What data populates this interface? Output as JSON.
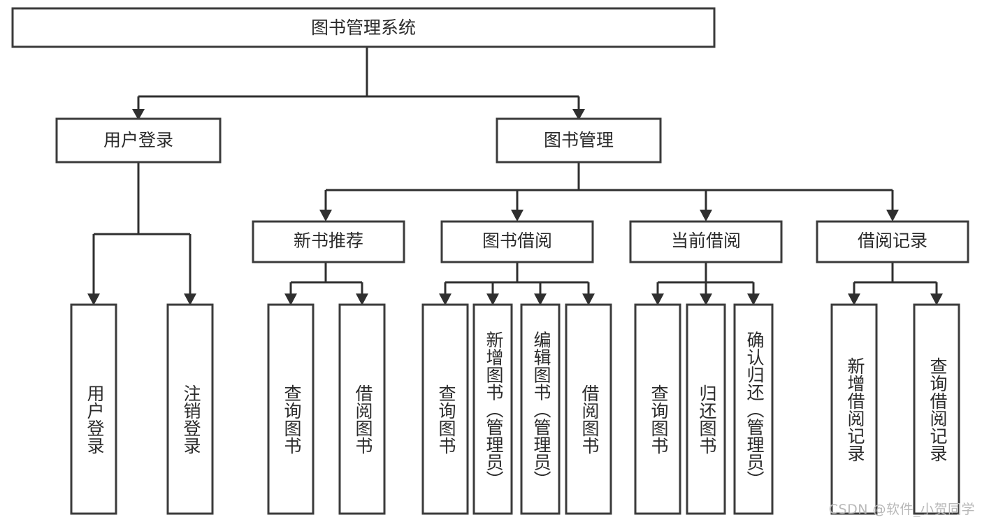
{
  "diagram": {
    "title": "图书管理系统",
    "watermark": "CSDN @软件_小贺同学",
    "colors": {
      "box_stroke": "#3b3b3b",
      "edge": "#2f2f2f",
      "text": "#2b2b2b",
      "background": "#ffffff",
      "watermark": "#b8b8b8"
    },
    "root": {
      "label": "图书管理系统"
    },
    "level2": [
      {
        "label": "用户登录"
      },
      {
        "label": "图书管理"
      }
    ],
    "level3": [
      {
        "label": "新书推荐"
      },
      {
        "label": "图书借阅"
      },
      {
        "label": "当前借阅"
      },
      {
        "label": "借阅记录"
      }
    ],
    "leaves": {
      "user_login": [
        {
          "label": "用户登录"
        },
        {
          "label": "注销登录"
        }
      ],
      "new_book_recommend": [
        {
          "label": "查询图书"
        },
        {
          "label": "借阅图书"
        }
      ],
      "book_borrow": [
        {
          "label": "查询图书"
        },
        {
          "label": "新增图书（管理员）"
        },
        {
          "label": "编辑图书（管理员）"
        },
        {
          "label": "借阅图书"
        }
      ],
      "current_borrow": [
        {
          "label": "查询图书"
        },
        {
          "label": "归还图书"
        },
        {
          "label": "确认归还（管理员）"
        }
      ],
      "borrow_record": [
        {
          "label": "新增借阅记录"
        },
        {
          "label": "查询借阅记录"
        }
      ]
    }
  },
  "chart_data": {
    "type": "tree-diagram",
    "title": "图书管理系统",
    "orientation": "top-down",
    "levels": 4,
    "nodes": [
      {
        "id": "root",
        "label": "图书管理系统",
        "level": 0,
        "parent": null
      },
      {
        "id": "n1",
        "label": "用户登录",
        "level": 1,
        "parent": "root"
      },
      {
        "id": "n2",
        "label": "图书管理",
        "level": 1,
        "parent": "root"
      },
      {
        "id": "n1a",
        "label": "用户登录",
        "level": 2,
        "parent": "n1"
      },
      {
        "id": "n1b",
        "label": "注销登录",
        "level": 2,
        "parent": "n1"
      },
      {
        "id": "n2a",
        "label": "新书推荐",
        "level": 2,
        "parent": "n2"
      },
      {
        "id": "n2b",
        "label": "图书借阅",
        "level": 2,
        "parent": "n2"
      },
      {
        "id": "n2c",
        "label": "当前借阅",
        "level": 2,
        "parent": "n2"
      },
      {
        "id": "n2d",
        "label": "借阅记录",
        "level": 2,
        "parent": "n2"
      },
      {
        "id": "n2a1",
        "label": "查询图书",
        "level": 3,
        "parent": "n2a"
      },
      {
        "id": "n2a2",
        "label": "借阅图书",
        "level": 3,
        "parent": "n2a"
      },
      {
        "id": "n2b1",
        "label": "查询图书",
        "level": 3,
        "parent": "n2b"
      },
      {
        "id": "n2b2",
        "label": "新增图书（管理员）",
        "level": 3,
        "parent": "n2b"
      },
      {
        "id": "n2b3",
        "label": "编辑图书（管理员）",
        "level": 3,
        "parent": "n2b"
      },
      {
        "id": "n2b4",
        "label": "借阅图书",
        "level": 3,
        "parent": "n2b"
      },
      {
        "id": "n2c1",
        "label": "查询图书",
        "level": 3,
        "parent": "n2c"
      },
      {
        "id": "n2c2",
        "label": "归还图书",
        "level": 3,
        "parent": "n2c"
      },
      {
        "id": "n2c3",
        "label": "确认归还（管理员）",
        "level": 3,
        "parent": "n2c"
      },
      {
        "id": "n2d1",
        "label": "新增借阅记录",
        "level": 3,
        "parent": "n2d"
      },
      {
        "id": "n2d2",
        "label": "查询借阅记录",
        "level": 3,
        "parent": "n2d"
      }
    ]
  }
}
